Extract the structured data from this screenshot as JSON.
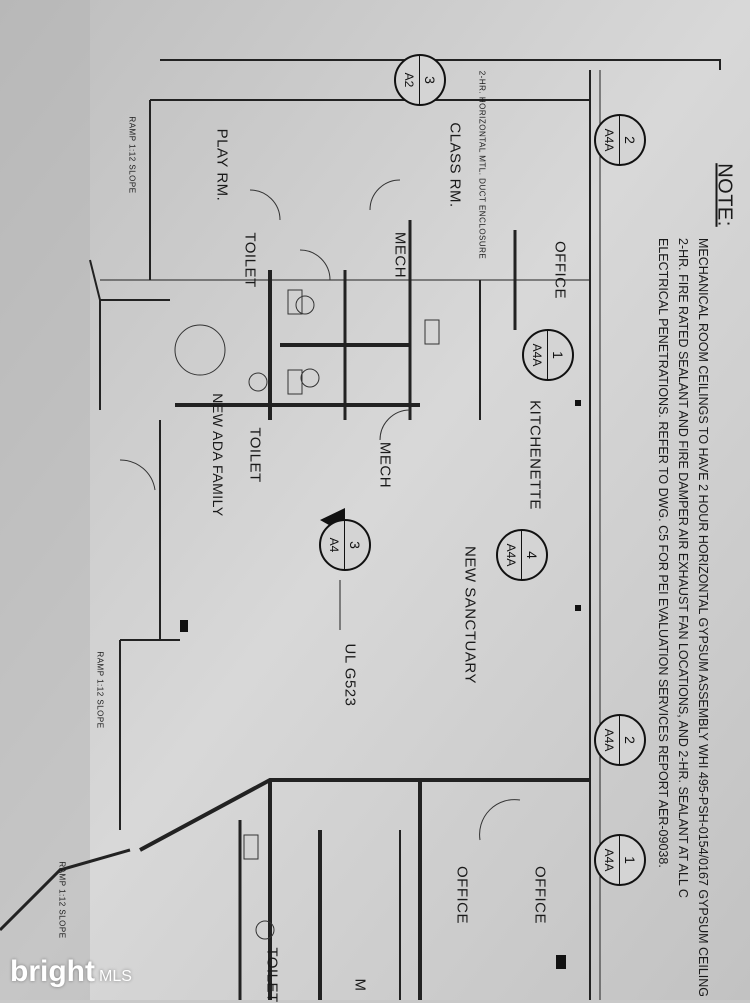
{
  "note": {
    "title": "NOTE:",
    "lines": [
      "MECHANICAL ROOM CEILINGS TO HAVE 2 HOUR HORIZONTAL  GYPSUM ASSEMBLY WHI 495-PSH-0154/0167 GYPSUM CEILING",
      "2-HR. FIRE RATED SEALANT AND FIRE DAMPER AIR EXHAUST FAN LOCATIONS, AND 2-HR. SEALANT AT ALL C",
      "ELECTRICAL PENETRATIONS. REFER TO DWG. C5 FOR PEI EVALUATION SERVICES REPORT AER-09038."
    ]
  },
  "rooms": [
    {
      "name": "PLAY RM."
    },
    {
      "name": "CLASS RM."
    },
    {
      "name": "OFFICE"
    },
    {
      "name": "TOILET"
    },
    {
      "name": "MECH"
    },
    {
      "name": "KITCHENETTE"
    },
    {
      "name": "MECH"
    },
    {
      "name": "TOILET"
    },
    {
      "name": "NEW ADA FAMILY"
    },
    {
      "name": "NEW SANCTUARY"
    },
    {
      "name": "UL G523"
    },
    {
      "name": "OFFICE"
    },
    {
      "name": "OFFICE"
    },
    {
      "name": "TOILET"
    },
    {
      "name": "M"
    },
    {
      "name": "2-HR. HORIZONTAL MTL. DUCT ENCLOSURE"
    }
  ],
  "ramps": [
    {
      "label": "RAMP 1:12 SLOPE"
    },
    {
      "label": "RAMP 1:12 SLOPE"
    },
    {
      "label": "RAMP 1:12 SLOPE"
    }
  ],
  "markers": [
    {
      "num": "2",
      "sheet": "A4A"
    },
    {
      "num": "1",
      "sheet": "A4A"
    },
    {
      "num": "4",
      "sheet": "A4A"
    },
    {
      "num": "2",
      "sheet": "A4A"
    },
    {
      "num": "1",
      "sheet": "A4A"
    },
    {
      "num": "3",
      "sheet": "A4"
    },
    {
      "num": "3",
      "sheet": "A2"
    }
  ],
  "watermark": {
    "brand": "bright",
    "suffix": "MLS"
  }
}
